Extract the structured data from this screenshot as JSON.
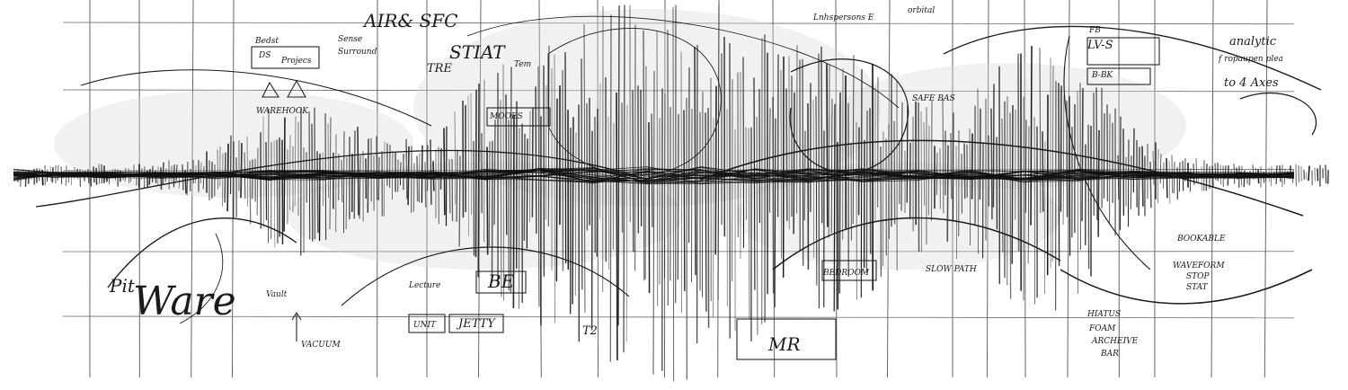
{
  "colors": {
    "paper": "#ffffff",
    "ink": "#111111",
    "wash": "#c9c9c9"
  },
  "notes": {
    "air_sfc": "AIR& SFC",
    "stat": "STIAT",
    "tre": "TRE",
    "bedst": "Bedst",
    "ds": "DS",
    "projects": "Projecs",
    "sense": "Sense",
    "surround": "Surround",
    "warehouse": "WAREHOOK",
    "moods": "MOOES",
    "terrain": "Tem",
    "unknown_top": "Lnhspersons E",
    "orbital": "orbital",
    "sharebas": "SAFE BAS",
    "fb": "FB",
    "lvs": "LV-S",
    "bw": "B-BK",
    "analysis": "analytic",
    "popup": "f ropaupen plea",
    "to4axes": "to 4 Axes",
    "bookable": "BOOKABLE",
    "waveform": "WAVEFORM",
    "hiatus": "HIATUS",
    "ware": "Ware",
    "be": "BE",
    "lecture": "Lecture",
    "jetty": "JETTY",
    "t2": "T2",
    "mr": "MR",
    "vacuum": "VACUUM",
    "bedroom": "BEDROOM",
    "pit": "Pit",
    "vault": "Vault",
    "unit": "UNIT",
    "slowpath": "SLOW PATH",
    "stop": "STOP",
    "stat2": "STAT",
    "foam": "FOAM",
    "archeive": "ARCHEIVE",
    "bar": "BAR"
  }
}
